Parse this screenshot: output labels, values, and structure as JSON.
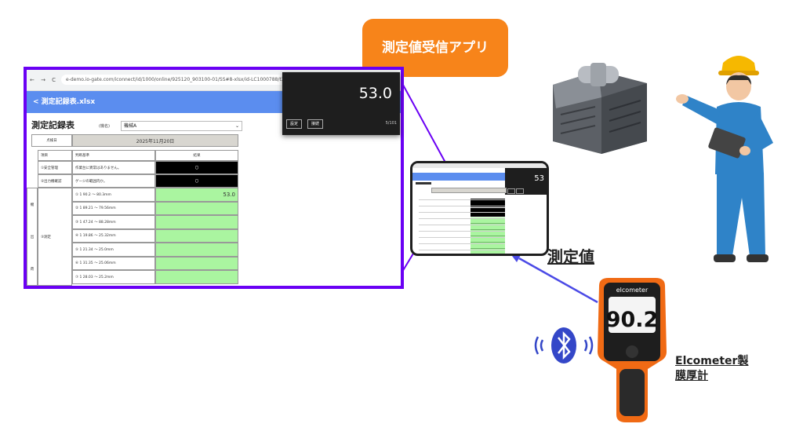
{
  "app_label": "測定値受信アプリ",
  "measured_label": "測定値",
  "gauge_label_line1": "Elcometer製",
  "gauge_label_line2": "膜厚計",
  "gauge_brand": "elcometer",
  "gauge_reading": "90.2",
  "browser": {
    "nav_icons": "← → C",
    "url": "e-demo.io-gate.com/iconnect/id/1000/online/925120_903100-01/SS#8-xlsx/id-LC1000788/t3a4aD7G-43a5-4f17-965d-f2a52da55a8",
    "header": "<  測定記録表.xlsx",
    "doc_title": "測定記録表",
    "machine_label": "(機名)",
    "machine_value": "機械A",
    "date_label": "点検日",
    "date_value": "2025年11月20日",
    "col_item": "項目",
    "col_criteria": "判断基準",
    "col_result": "結果",
    "row1_item": "①安全管理",
    "row1_criteria": "作業台に異常はありません。",
    "row1_result": "〇",
    "row2_item": "②出力機確認",
    "row2_criteria": "ゲージの範囲内か。",
    "row2_result": "〇",
    "side_1": "機",
    "side_2": "出",
    "side_3": "③測定",
    "side_4": "荷",
    "measure_rows": [
      {
        "criteria": "① 1 90.2 ～ 80.3mm",
        "result": "53.0"
      },
      {
        "criteria": "② 1 89.21 ～ 79.56mm",
        "result": ""
      },
      {
        "criteria": "③ 1 47.24 ～ 88.28mm",
        "result": ""
      },
      {
        "criteria": "④ 1 19.86 ～ 25.32mm",
        "result": ""
      },
      {
        "criteria": "⑤ 1 21.34 ～ 25.0mm",
        "result": ""
      },
      {
        "criteria": "⑥ 1 31.35 ～ 25.06mm",
        "result": ""
      },
      {
        "criteria": "⑦ 1 28.03 ～ 25.2mm",
        "result": ""
      }
    ]
  },
  "popup": {
    "value": "53.0",
    "btn_set": "設定",
    "btn_connect": "接続",
    "count": "5/101"
  },
  "small_device_value": "53",
  "colors": {
    "frame": "#6a00f4",
    "orange": "#f7841a",
    "header_blue": "#5b8def",
    "arrow": "#4b4ae6",
    "result_green": "#aaf5a0",
    "bluetooth": "#3447c8"
  }
}
